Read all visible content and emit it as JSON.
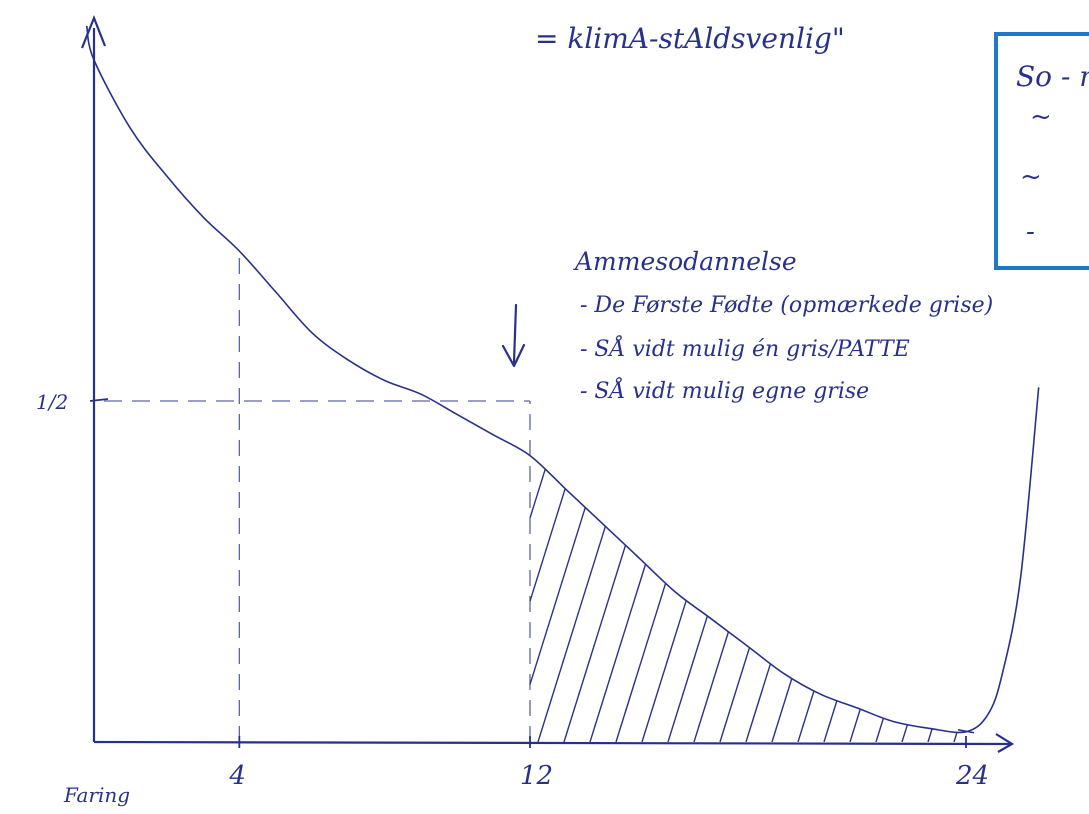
{
  "colors": {
    "ink": "#27318a",
    "box_border": "#1f78c8",
    "background": "#ffffff"
  },
  "top_note": "= klimA-stAldsvenlig\"",
  "box": {
    "lines": [
      "So - m",
      "~",
      "~",
      "-"
    ]
  },
  "annotation": {
    "title": "Ammesodannelse",
    "bullets": [
      "- De Første Fødte (opmærkede grise)",
      "- SÅ vidt mulig én gris/PATTE",
      "- SÅ vidt mulig egne grise"
    ]
  },
  "chart_data": {
    "type": "line",
    "title": "",
    "xlabel": "Faring",
    "ylabel": "",
    "x_ticks": [
      {
        "value": 4,
        "label": "4"
      },
      {
        "value": 12,
        "label": "12"
      },
      {
        "value": 24,
        "label": "24"
      }
    ],
    "y_ticks": [
      {
        "value": 0.5,
        "label": "1/2"
      }
    ],
    "xlim": [
      0,
      26
    ],
    "ylim": [
      0,
      1.08
    ],
    "series": [
      {
        "x": [
          -0.2,
          0,
          1,
          2,
          3,
          4,
          5,
          6,
          7,
          8,
          9,
          10,
          11,
          12,
          13,
          14,
          15,
          16,
          17,
          18,
          19,
          20,
          21,
          22,
          23,
          24,
          24.6,
          25,
          25.5,
          26
        ],
        "y": [
          1.05,
          1.0,
          0.9,
          0.83,
          0.77,
          0.72,
          0.66,
          0.6,
          0.56,
          0.53,
          0.51,
          0.48,
          0.45,
          0.42,
          0.37,
          0.32,
          0.27,
          0.22,
          0.18,
          0.14,
          0.1,
          0.07,
          0.05,
          0.03,
          0.02,
          0.015,
          0.04,
          0.1,
          0.24,
          0.52
        ]
      }
    ],
    "shaded_region": [
      12,
      24
    ],
    "guides": {
      "vertical_at": [
        4,
        12
      ],
      "horizontal_at": 0.5
    }
  }
}
